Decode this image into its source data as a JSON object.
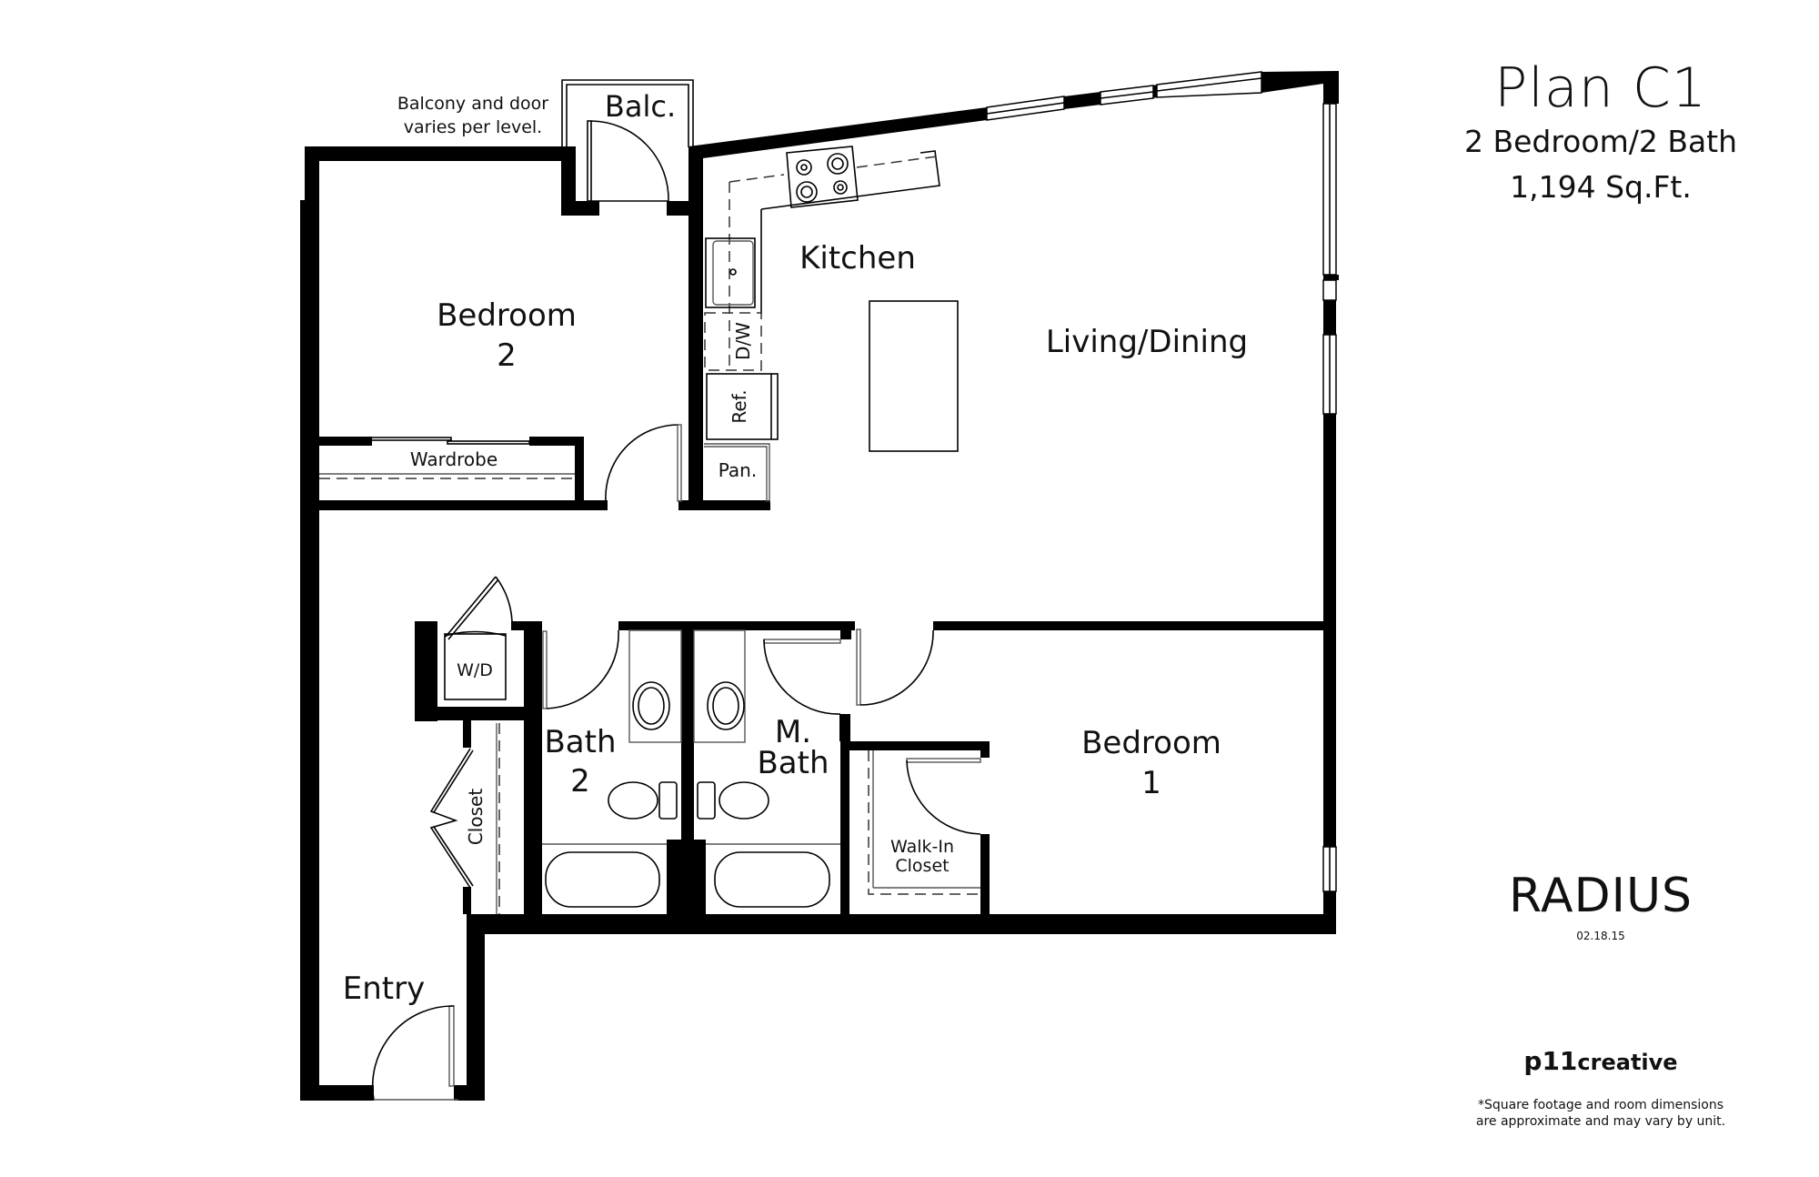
{
  "header": {
    "plan_title": "Plan C1",
    "unit_type": "2 Bedroom/2 Bath",
    "square_footage": "1,194 Sq.Ft."
  },
  "rooms": {
    "kitchen": "Kitchen",
    "living_dining": "Living/Dining",
    "bedroom_2_line1": "Bedroom",
    "bedroom_2_line2": "2",
    "bedroom_1_line1": "Bedroom",
    "bedroom_1_line2": "1",
    "bath_2_line1": "Bath",
    "bath_2_line2": "2",
    "master_bath_line1": "M.",
    "master_bath_line2": "Bath",
    "walk_in_closet_line1": "Walk-In",
    "walk_in_closet_line2": "Closet",
    "entry": "Entry",
    "balcony": "Balc.",
    "wardrobe": "Wardrobe",
    "closet": "Closet",
    "washer_dryer": "W/D",
    "dishwasher": "D/W",
    "refrigerator": "Ref.",
    "pantry": "Pan."
  },
  "notes": {
    "balcony_note_line1": "Balcony and door",
    "balcony_note_line2": "varies per level."
  },
  "footer": {
    "brand": "RADIUS",
    "date": "02.18.15",
    "logo_prefix": "p11",
    "logo_suffix": "creative",
    "disclaimer_line1": "*Square footage and room dimensions",
    "disclaimer_line2": "are approximate and may vary by unit."
  },
  "colors": {
    "wall": "#000000",
    "background": "#ffffff",
    "text": "#111111"
  }
}
